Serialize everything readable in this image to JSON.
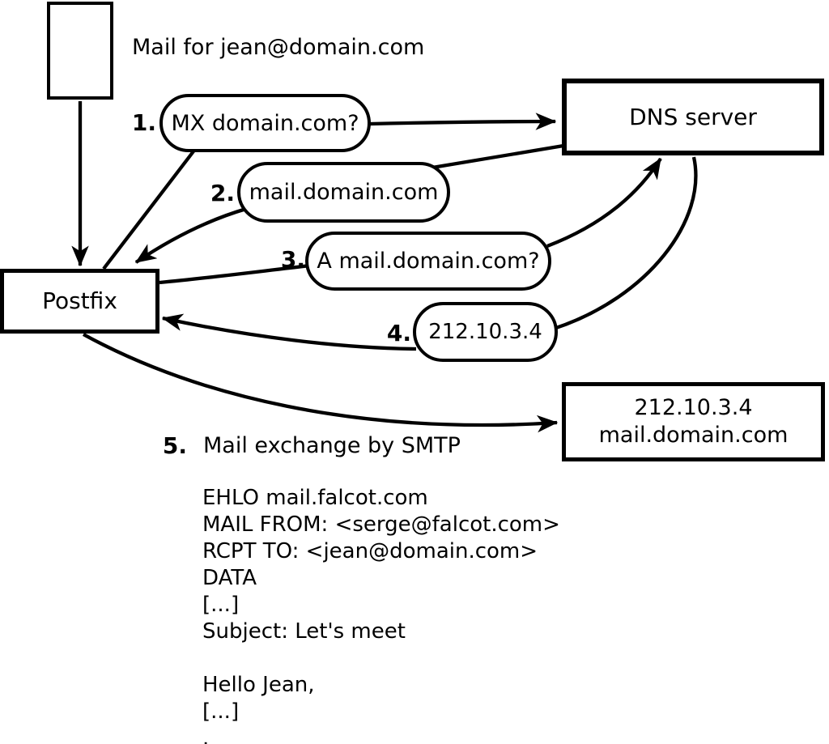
{
  "colors": {
    "ink": "#000000",
    "background": "#ffffff"
  },
  "title": "Mail for jean@domain.com",
  "nodes": {
    "postfix": "Postfix",
    "dns": "DNS server",
    "mailserver_line1": "212.10.3.4",
    "mailserver_line2": "mail.domain.com"
  },
  "steps": [
    {
      "num": "1.",
      "label": "MX domain.com?"
    },
    {
      "num": "2.",
      "label": "mail.domain.com"
    },
    {
      "num": "3.",
      "label": "A mail.domain.com?"
    },
    {
      "num": "4.",
      "label": "212.10.3.4"
    },
    {
      "num": "5.",
      "label": "Mail exchange by SMTP"
    }
  ],
  "smtp_transcript": {
    "lines": [
      "EHLO mail.falcot.com",
      "MAIL FROM: <serge@falcot.com>",
      "RCPT TO: <jean@domain.com>",
      "DATA",
      "[...]",
      "Subject: Let's meet",
      "",
      "Hello Jean,",
      "[...]",
      "."
    ]
  }
}
